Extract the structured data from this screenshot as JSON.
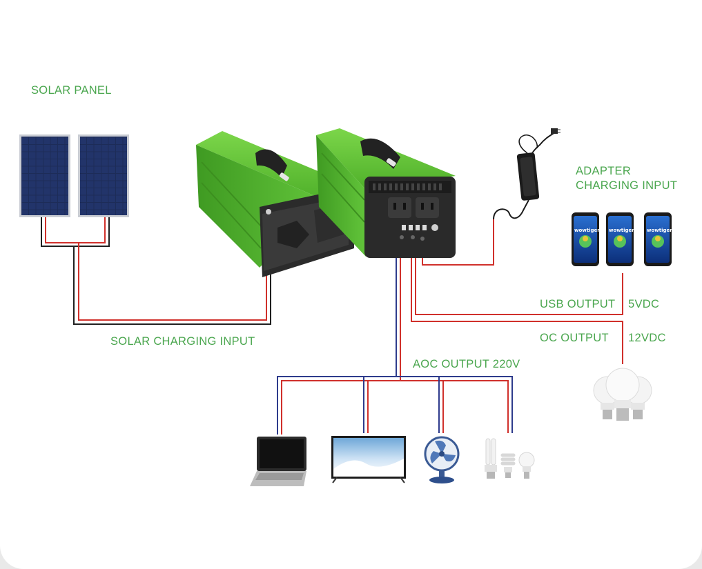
{
  "colors": {
    "label": "#4aa64e",
    "wire_red": "#d0302b",
    "wire_dark": "#1f1f1f",
    "wire_blue": "#2e3b8c",
    "case_green": "#5ec63a",
    "panel_blue": "#1f2f5c"
  },
  "labels": {
    "solar_panel": "SOLAR PANEL",
    "solar_charging_input": "SOLAR CHARGING INPUT",
    "adapter_line1": "ADAPTER",
    "adapter_line2": "CHARGING INPUT",
    "usb_output": "USB OUTPUT",
    "usb_voltage": "5VDC",
    "dc_output": "OC OUTPUT",
    "dc_voltage": "12VDC",
    "ac_output": "AOC OUTPUT 220V"
  },
  "phone_brand": "wowtiger",
  "icons": [
    "solar-panel-icon",
    "power-station-icon",
    "ac-adapter-icon",
    "smartphone-icon",
    "led-bulb-icon",
    "laptop-icon",
    "tv-icon",
    "fan-icon",
    "cfl-bulb-icon"
  ]
}
